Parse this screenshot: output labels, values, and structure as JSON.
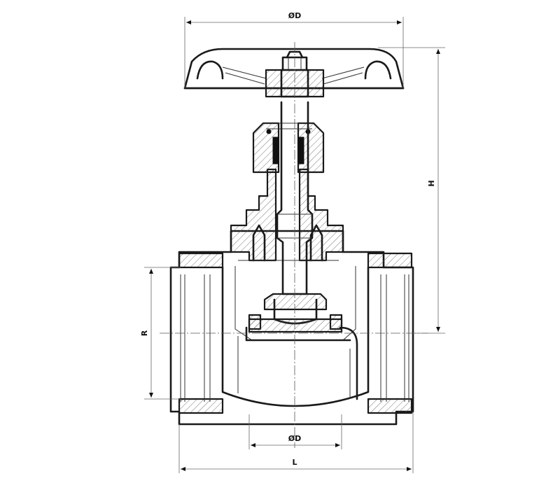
{
  "labels": {
    "handwheel_diameter": "ØD",
    "height": "H",
    "thread_size": "R",
    "port_diameter": "ØD",
    "length": "L"
  }
}
